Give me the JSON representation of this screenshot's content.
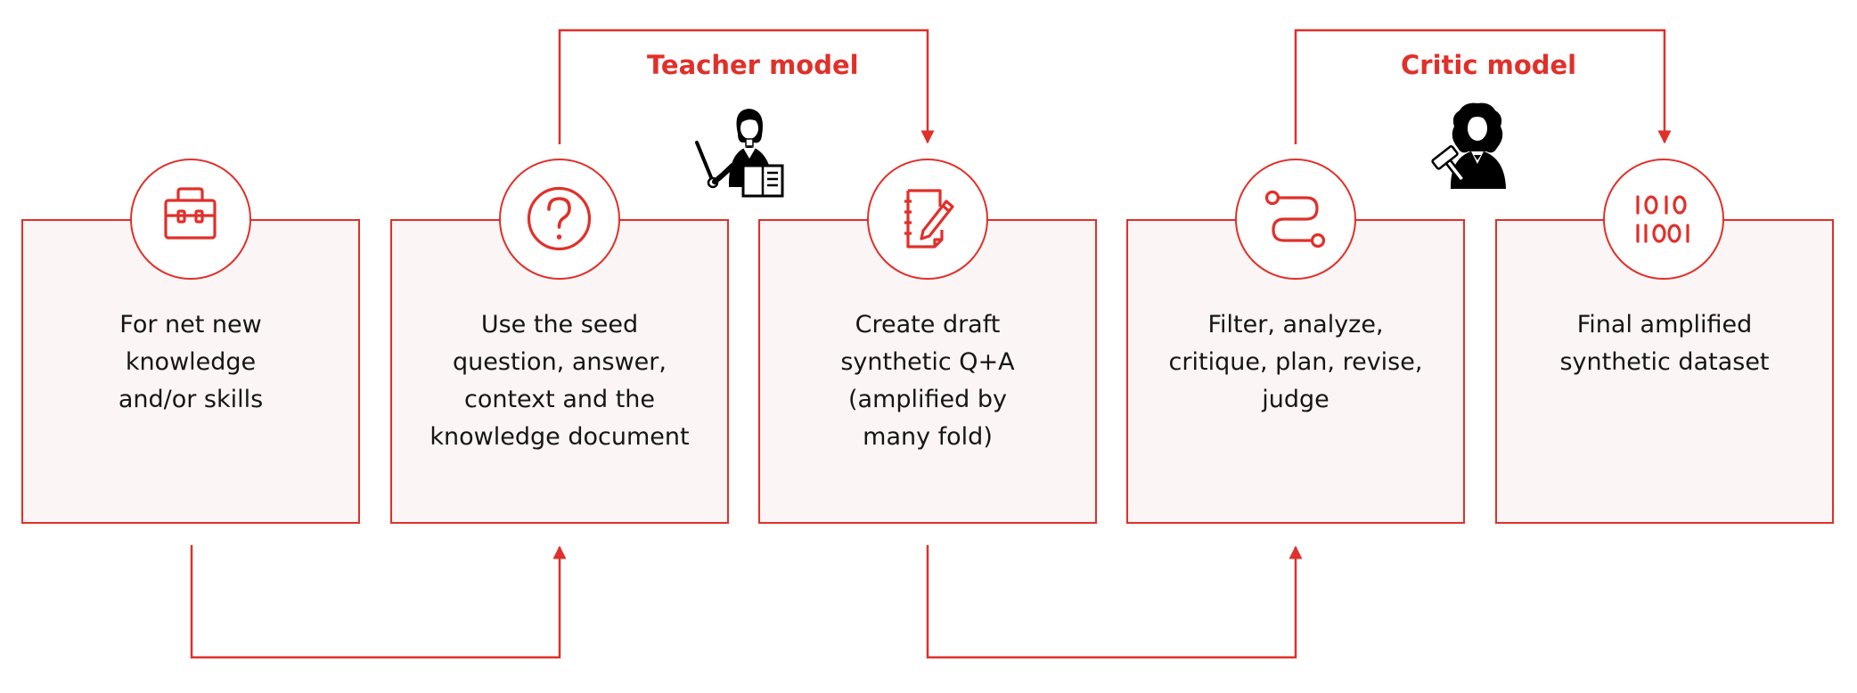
{
  "colors": {
    "accent": "#e0302a",
    "box_fill": "#fcf5f6",
    "text": "#151515"
  },
  "steps": [
    {
      "icon": "toolbox-icon",
      "text": "For net new\nknowledge\nand/or skills"
    },
    {
      "icon": "question-mark-icon",
      "text": "Use the seed\nquestion, answer,\ncontext and the\nknowledge document"
    },
    {
      "icon": "notepad-pencil-icon",
      "text": "Create draft\nsynthetic Q+A\n(amplified by\nmany fold)"
    },
    {
      "icon": "route-path-icon",
      "text": "Filter, analyze,\ncritique, plan, revise,\njudge"
    },
    {
      "icon": "binary-data-icon",
      "text": "Final amplified\nsynthetic dataset"
    }
  ],
  "models": {
    "teacher": {
      "label": "Teacher model",
      "icon": "teacher-person-icon"
    },
    "critic": {
      "label": "Critic model",
      "icon": "judge-person-icon"
    }
  }
}
